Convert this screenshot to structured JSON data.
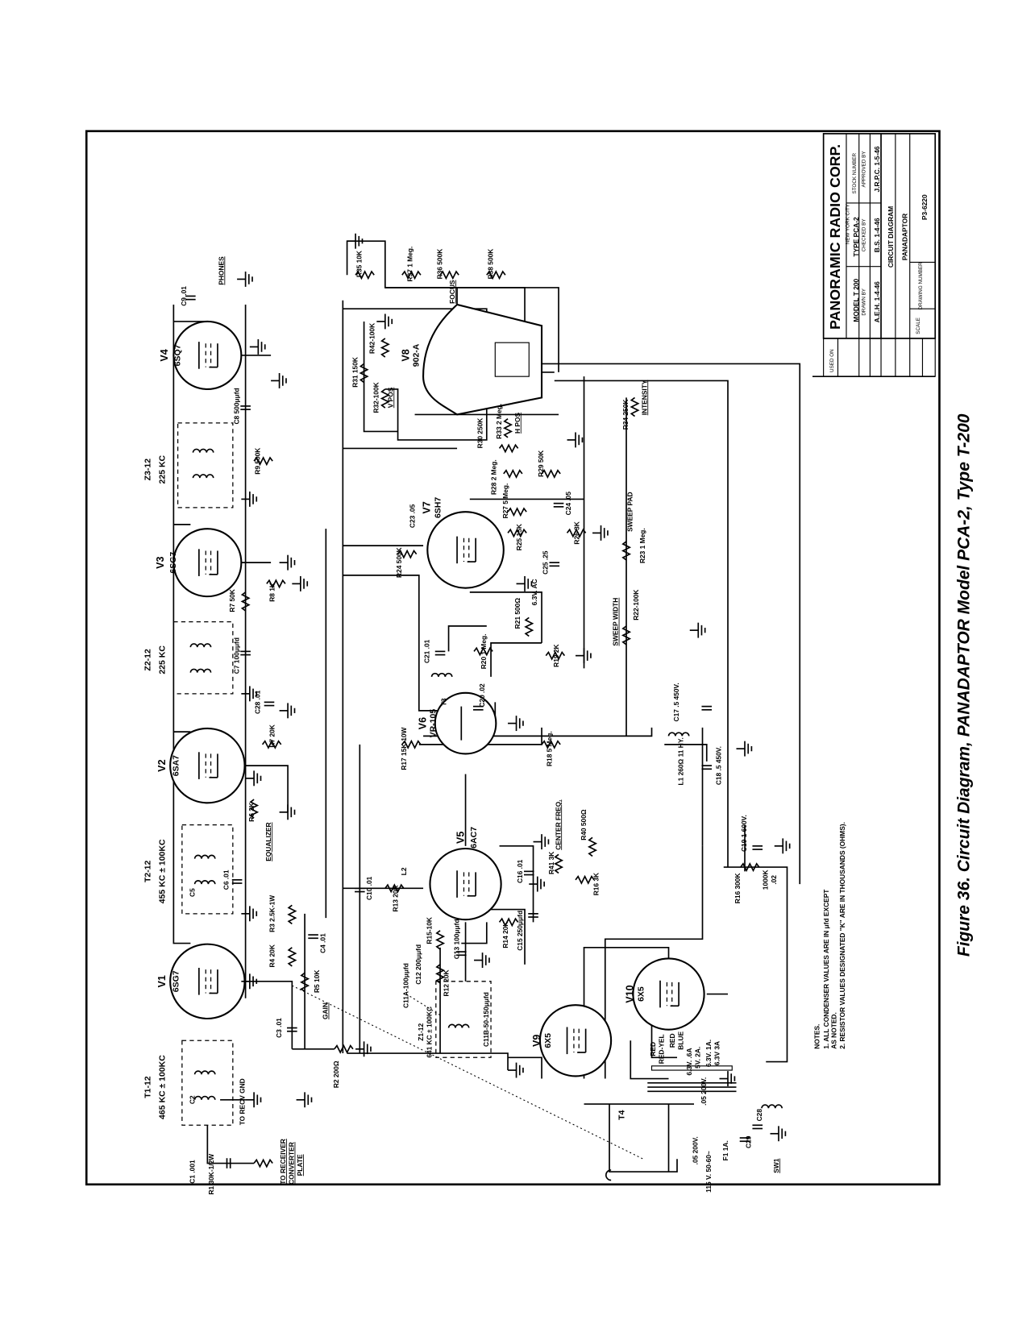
{
  "caption": "Figure 36.  Circuit Diagram, PANADAPTOR Model PCA-2, Type T-200",
  "title_block": {
    "company": "PANORAMIC RADIO CORP.",
    "city": "NEW YORK CITY",
    "model": "MODEL T 200",
    "type": "TYPE PCA-2",
    "stock_label": "STOCK NUMBER",
    "drawn_by_label": "DRAWN BY",
    "drawn_by": "A.E.H. 1-4-46",
    "checked_by_label": "CHECKED BY",
    "checked_by": "B.S. 1-4-46",
    "approved_by_label": "APPROVED BY",
    "approved_by": "J.R.P.C. 1-5-46",
    "title": "CIRCUIT DIAGRAM",
    "subtitle": "PANADAPTOR",
    "drawing_number_label": "DRAWING NUMBER",
    "drawing_number": "P3-6220",
    "scale_label": "SCALE",
    "used_on_label": "USED ON"
  },
  "notes": {
    "heading": "NOTES.",
    "items": [
      "1.  ALL CONDENSER VALUES ARE IN μfd EXCEPT",
      "     AS NOTED.",
      "2.  RESISTOR VALUES DESIGNATED \"K\" ARE IN THOUSANDS (OHMS)."
    ]
  },
  "tubes": {
    "v1": {
      "ref": "V1",
      "type": "6SG7"
    },
    "v2": {
      "ref": "V2",
      "type": "6SA7"
    },
    "v3": {
      "ref": "V3",
      "type": "6SG7"
    },
    "v4": {
      "ref": "V4",
      "type": "6SQ7"
    },
    "v5": {
      "ref": "V5",
      "type": "6AC7"
    },
    "v6": {
      "ref": "V6",
      "type": "VR-105"
    },
    "v7": {
      "ref": "V7",
      "type": "6SH7"
    },
    "v8": {
      "ref": "V8",
      "type": "902-A"
    },
    "v9": {
      "ref": "V9",
      "type": "6X5"
    },
    "v10": {
      "ref": "V10",
      "type": "6X5"
    }
  },
  "transformers": {
    "t1": {
      "ref": "T1-12",
      "freq": "465 KC ± 100KC"
    },
    "t2": {
      "ref": "T2-12",
      "freq": "455 KC ± 100KC"
    },
    "z2": {
      "ref": "Z2-12",
      "freq": "225 KC"
    },
    "z3": {
      "ref": "Z3-12",
      "freq": "225 KC"
    },
    "z1": {
      "ref": "Z1-12",
      "freq": "641 KC ± 100KC"
    },
    "t3": "T3",
    "t4": "T4"
  },
  "labels": {
    "to_recv_gnd": "TO RECV GND",
    "to_receiver": "TO RECEIVER",
    "converter": "CONVERTER",
    "plate": "PLATE",
    "c1": "C1  .001",
    "r1": "R1  30K-1/2W",
    "c2": "C2",
    "c3": "C3  .01",
    "r2": "R2  200Ω",
    "r3": "R3  2.5K-1W",
    "r4": "R4  20K",
    "c4": "C4  .01",
    "r5": "R5  10K",
    "gain": "GAIN",
    "c5": "C5",
    "c6": "C6  .01",
    "r6": "R6  3K",
    "equalizer": "EQUALIZER",
    "r7a": "R7  20K",
    "c28a": "C28  .01",
    "c7": "C7  100μμfd",
    "r7": "R7  50K",
    "r8": "R8  1K",
    "r9": "R9  500K",
    "c8": "C8  500μμfd",
    "c9": "C9  .01",
    "phones": "PHONES",
    "c10": "C10  .01",
    "l2": "L2",
    "r13": "R13  20K",
    "c11a": "C11A-100μμfd",
    "c12": "C12  200μμfd",
    "c11b": "C11B-50-150μμfd",
    "r15": "R15-10K",
    "c13": "C13  100μμfd",
    "r12": "R12  20K",
    "r14": "R14  20K",
    "c15": "C15  250μμfd",
    "c16": "C16  .01",
    "center_freq": "CENTER FREQ.",
    "r40": "R40  500Ω",
    "r41": "R41  3K",
    "r16a": "R16  3K",
    "r17": "R17  15K-10W",
    "r18": "R18  5 Meg.",
    "c20": "C20  .02",
    "c21": "C21  .01",
    "r20": "R20  1 Meg.",
    "r21": "R21  500Ω",
    "ac": "6.3V. AC",
    "r19": "R19  2K",
    "sweep_width": "SWEEP WIDTH",
    "r22": "R22-100K",
    "r23": "R23  1 Meg.",
    "sweep_pad": "SWEEP PAD",
    "r24": "R24  500K",
    "c23": "C23  .05",
    "r25": "R25  15K",
    "r26": "R26  3K",
    "r27": "R27  5 Meg.",
    "c24": "C24  .05",
    "c25": "C25  .25",
    "r28": "R28  2 Meg.",
    "r29": "R29  50K",
    "r30": "R30  250K",
    "r33": "R33  2 Meg.",
    "h_pos": "H POS",
    "r34": "R34  250K",
    "intensity": "INTENSITY",
    "r31": "R31  150K",
    "r42": "R42-100K",
    "r32": "R32-100K",
    "v_pos": "V POS",
    "r35": "R35  10K",
    "r37": "R37  1 Meg.",
    "r36": "R36  500K",
    "focus": "FOCUS",
    "r38": "R38  500K",
    "l1": "L1  260Ω  11 HY.",
    "c17": "C17  .5  450V.",
    "c18": "C18  .5  450V.",
    "c19": "C19  1  600V.",
    "r16": "R16  300K",
    "r1000k": "1000K",
    "c02": ".02",
    "ac_in": "115 V.  50-60~",
    "c05a": ".05  200V.",
    "c05b": ".05  200V.",
    "f1": "F1  1A.",
    "c29": "C29",
    "c28": "C28",
    "sw1": "SW1",
    "w_red": "RED",
    "w_redyel": "RED-YEL",
    "w_red2": "RED",
    "w_blue": "BLUE",
    "w_gy": "6.3V.  .6A",
    "w_5v": "5V.  2A.",
    "w_63v": "6.3V.  1A.",
    "w_6a": "6.3V  3A"
  }
}
